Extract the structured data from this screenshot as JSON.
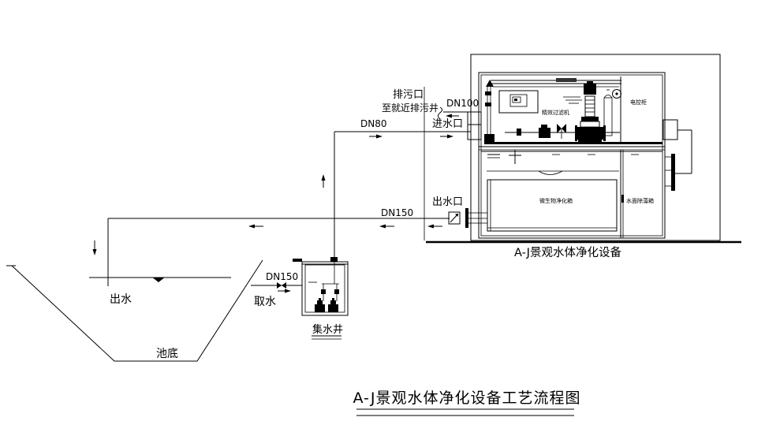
{
  "title": "A-J景观水体净化设备工艺流程图",
  "equipment": {
    "caption": "A-J景观水体净化设备",
    "filter_label": "精效过滤机",
    "control_cabinet_label": "电控柜",
    "bio_tank_label": "微生物净化箱",
    "algae_tank_label": "水面除藻箱"
  },
  "pipes": {
    "drain": {
      "port": "排污口",
      "destination": "至就近排污井",
      "size": "DN100"
    },
    "inlet": {
      "port": "进水口",
      "size": "DN80"
    },
    "outlet": {
      "port": "出水口",
      "size": "DN150"
    },
    "intake": {
      "label": "取水",
      "size": "DN150"
    }
  },
  "pond": {
    "outflow_label": "出水",
    "bottom_label": "池底"
  },
  "well": {
    "label": "集水井"
  },
  "colors": {
    "line": "#000000",
    "background": "#ffffff"
  }
}
